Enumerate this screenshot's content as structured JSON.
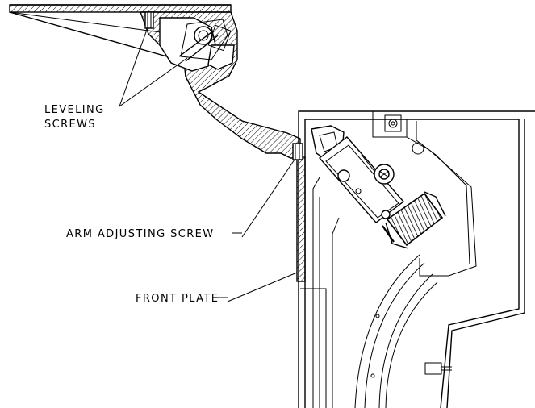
{
  "labels": {
    "leveling_screws_line1": "LEVELING",
    "leveling_screws_line2": "SCREWS",
    "arm_adjusting_screw": "ARM ADJUSTING SCREW",
    "front_plate": "FRONT PLATE"
  },
  "colors": {
    "ink": "#000000",
    "background": "#ffffff"
  }
}
